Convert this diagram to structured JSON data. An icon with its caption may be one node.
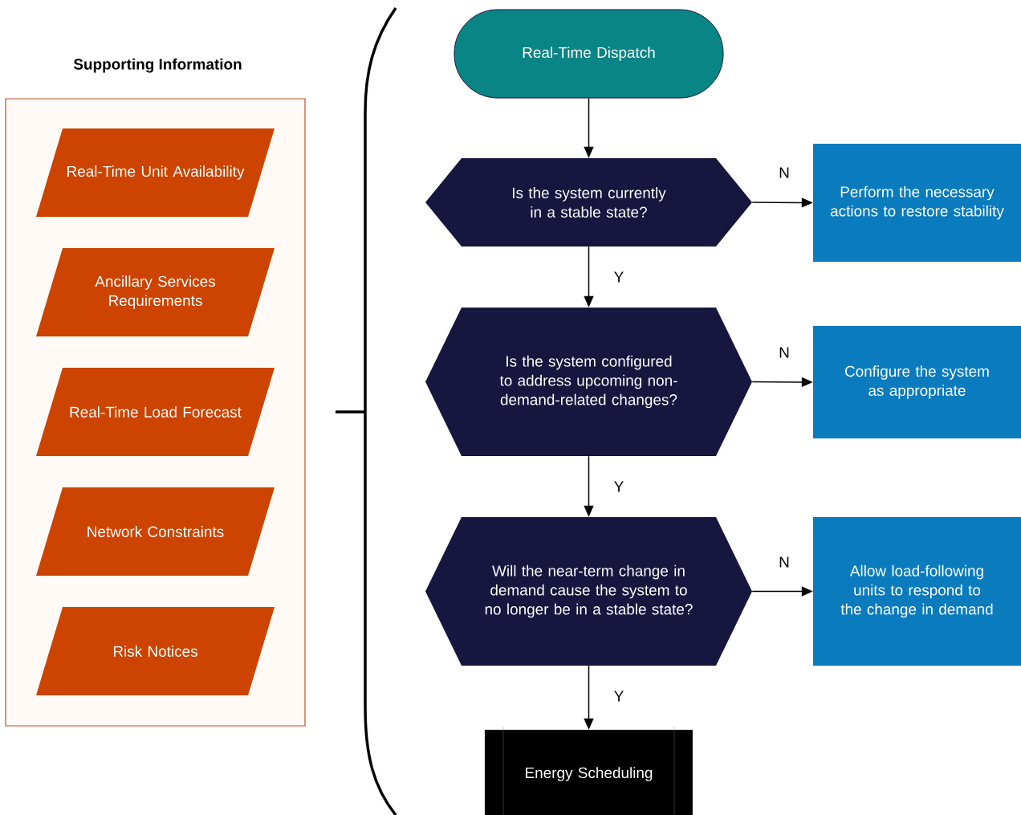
{
  "diagram": {
    "nodes": [
      {
        "text": [
          "Supporting Information"
        ]
      },
      {
        "text": [
          "Real-Time Unit Availability"
        ],
        "in": 0
      },
      {
        "text": [
          "Ancillary Services Requirements"
        ],
        "in": 0
      },
      {
        "text": [
          "Real-Time Load Forecast"
        ],
        "in": 0
      },
      {
        "text": [
          "Network Constraints"
        ],
        "in": 0
      },
      {
        "text": [
          "Risk Notices"
        ],
        "in": 0
      },
      {
        "text": [
          "Real-Time Dispatch"
        ]
      },
      {
        "text": [
          "Is the system currently in a stable state?"
        ]
      },
      {
        "text": [
          "Perform the necessary actions to restore stability"
        ]
      },
      {
        "text": [
          "Is the system configured to address upcoming non-demand-related changes?"
        ]
      },
      {
        "text": [
          "Configure the system as appropriate"
        ]
      },
      {
        "text": [
          "Will the near-term change in demand cause the system to no longer be in a stable state?"
        ]
      },
      {
        "text": [
          "Allow load-following units to respond to the change in demand"
        ]
      },
      {
        "text": [
          "Energy Scheduling"
        ]
      }
    ],
    "edges": [
      {
        "from": 6,
        "to": 7,
        "arrow": "to"
      },
      {
        "from": 7,
        "to": 8,
        "arrow": "to",
        "label": "N"
      },
      {
        "from": 7,
        "to": 9,
        "arrow": "to",
        "label": "Y"
      },
      {
        "from": 9,
        "to": 10,
        "arrow": "to",
        "label": "N"
      },
      {
        "from": 9,
        "to": 11,
        "arrow": "to",
        "label": "Y"
      },
      {
        "from": 11,
        "to": 12,
        "arrow": "to",
        "label": "N"
      },
      {
        "from": 11,
        "to": 13,
        "arrow": "to",
        "label": "Y"
      }
    ]
  }
}
